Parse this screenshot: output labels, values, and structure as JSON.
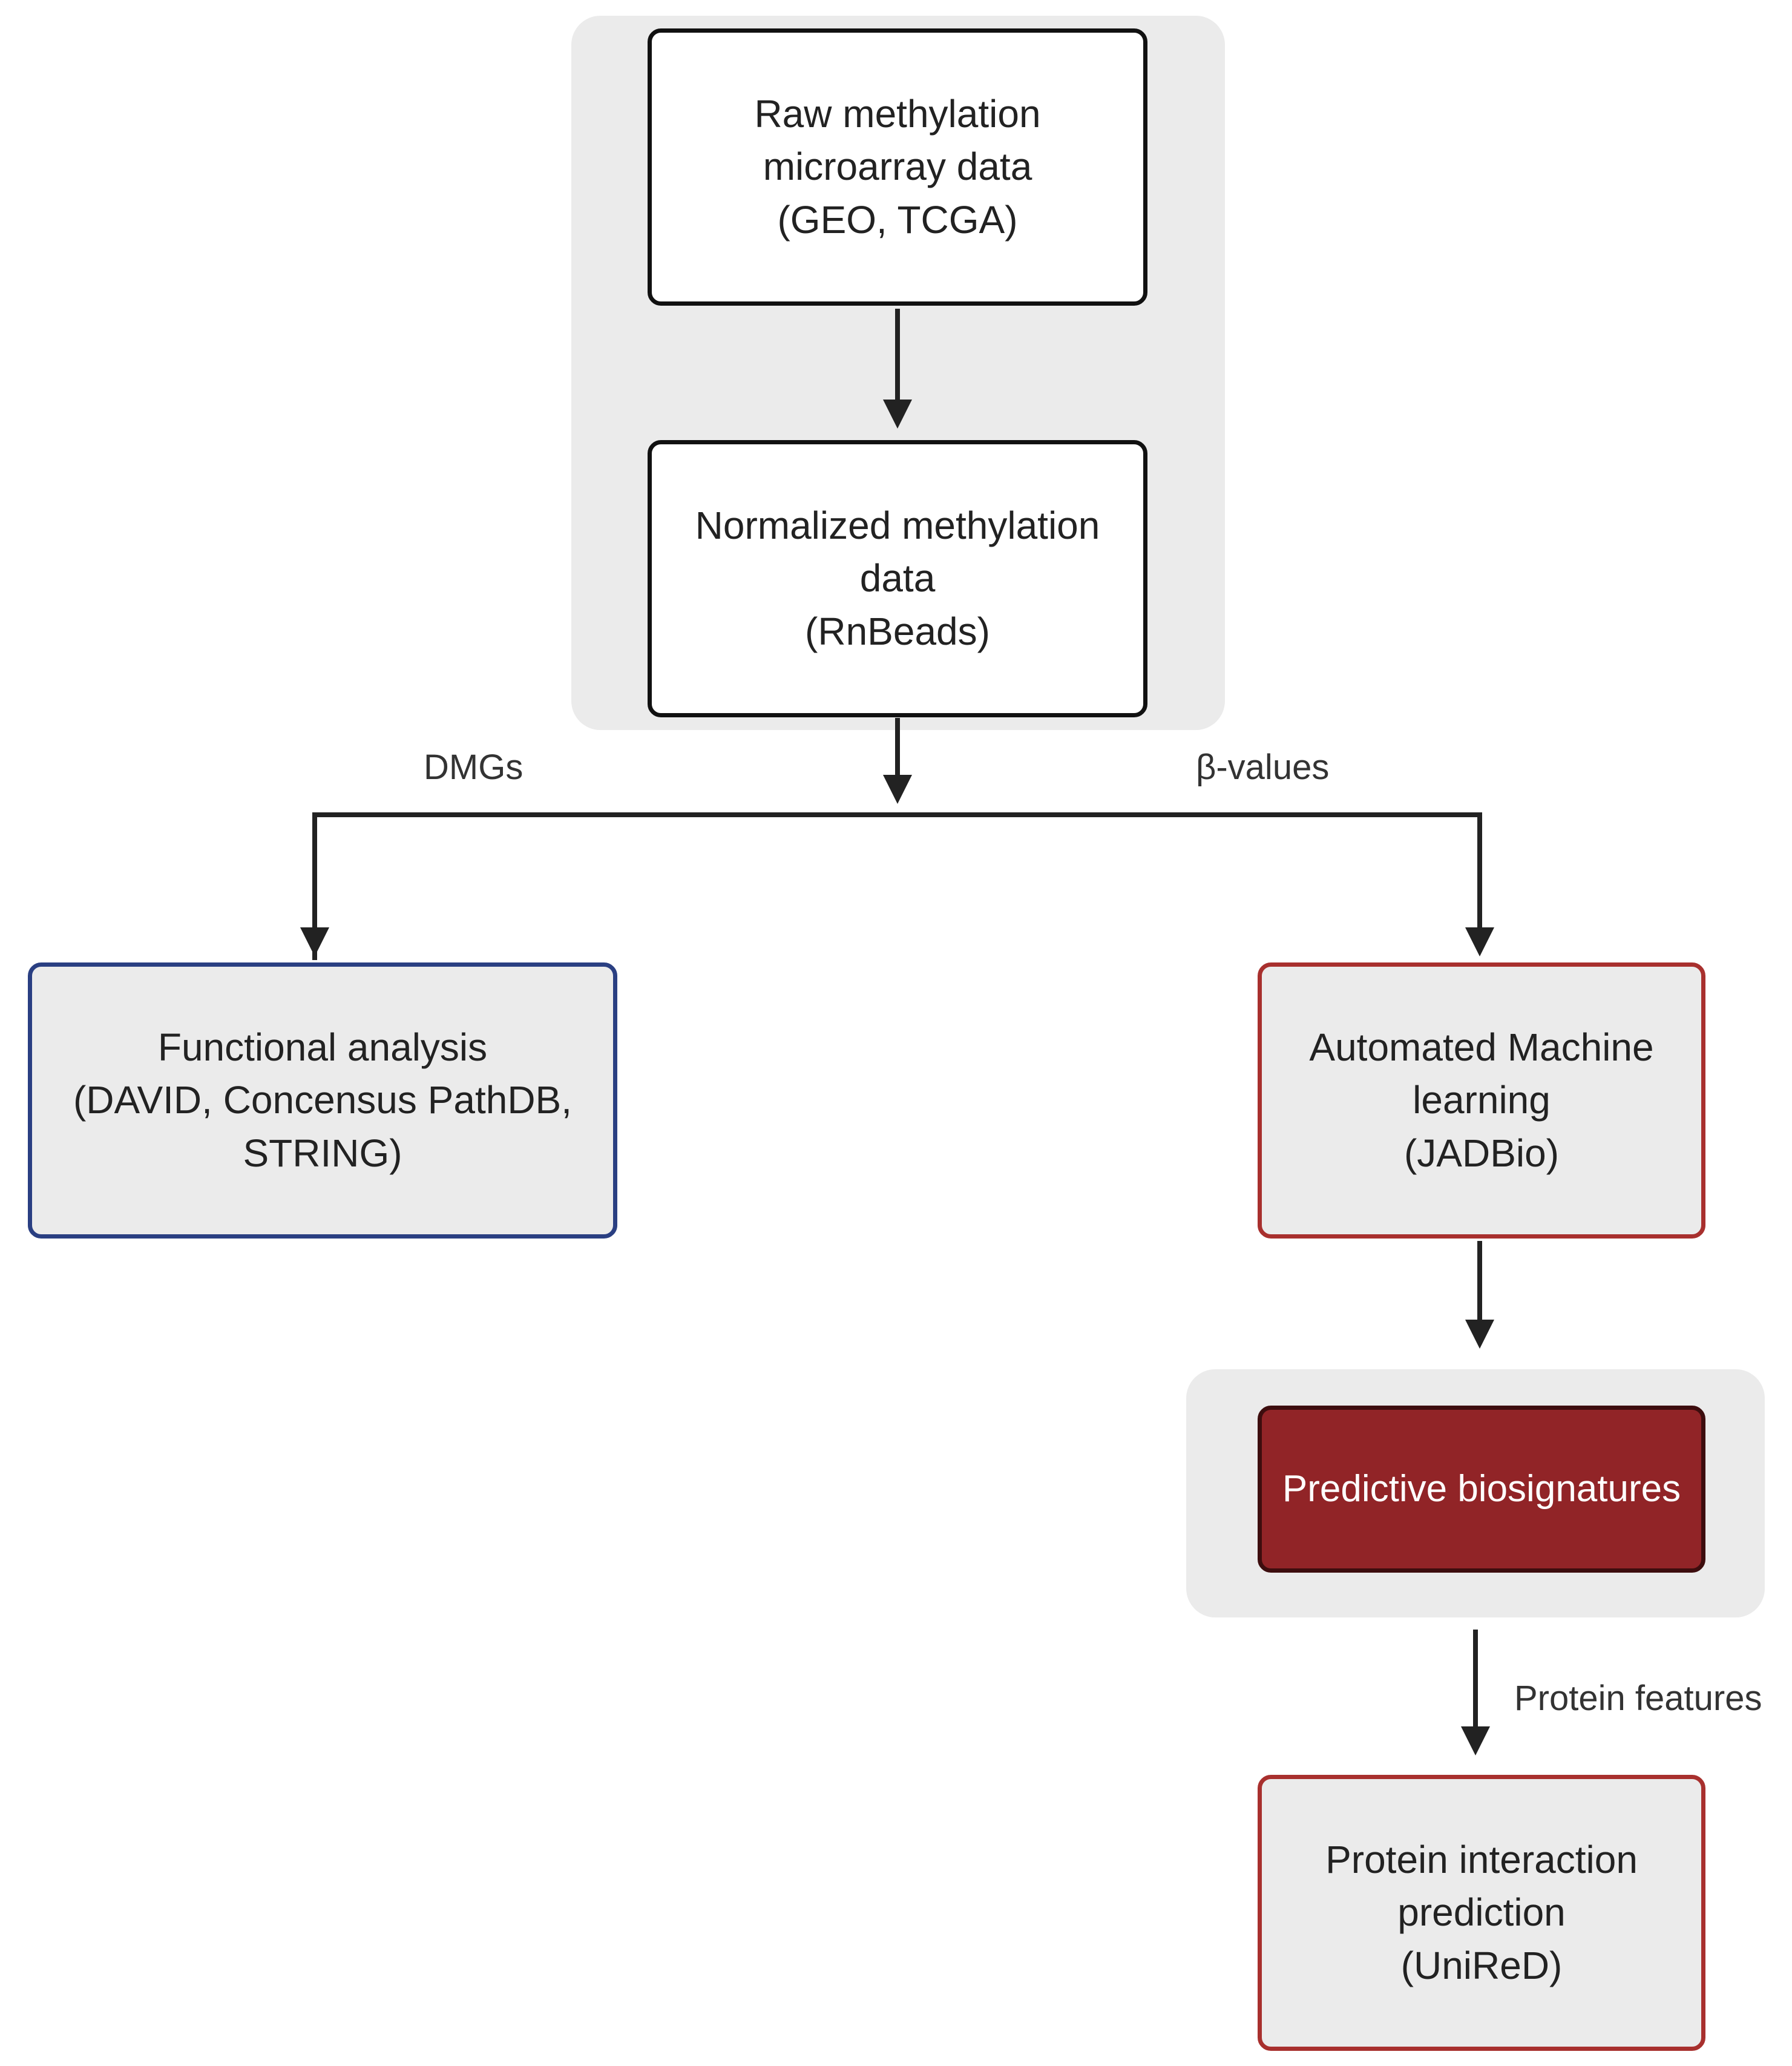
{
  "nodes": {
    "raw_data": {
      "lines": [
        "Raw methylation",
        "microarray data",
        "(GEO, TCGA)"
      ]
    },
    "normalized_data": {
      "lines": [
        "Normalized methylation",
        "data",
        "(RnBeads)"
      ]
    },
    "functional_analysis": {
      "lines": [
        "Functional analysis",
        "(DAVID, Concensus PathDB,",
        "STRING)"
      ]
    },
    "automl": {
      "lines": [
        "Automated Machine",
        "learning",
        "(JADBio)"
      ]
    },
    "biosignatures": {
      "lines": [
        "Predictive biosignatures"
      ]
    },
    "protein_interaction": {
      "lines": [
        "Protein interaction",
        "prediction",
        "(UniReD)"
      ]
    }
  },
  "edge_labels": {
    "dmgs": "DMGs",
    "beta_values": "β-values",
    "protein_features": "Protein features"
  },
  "colors": {
    "group_background": "#ebebeb",
    "black_border": "#111111",
    "blue_border": "#2a3f82",
    "red_border": "#a8302e",
    "filled_red": "#912427",
    "arrow": "#222222"
  }
}
